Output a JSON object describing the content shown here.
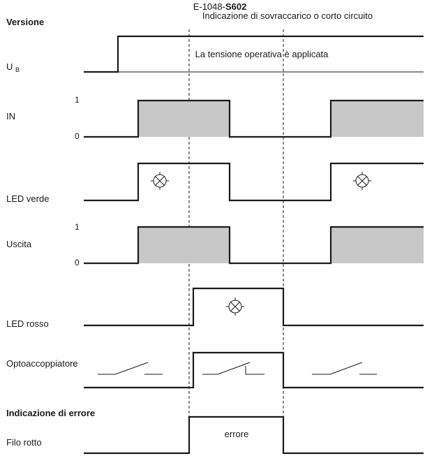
{
  "header": {
    "version_label": "Versione",
    "model_prefix": "E-1048-",
    "model_suffix": "S602",
    "subtitle": "Indicazione di sovraccarico o corto circuito"
  },
  "signals": {
    "ub": {
      "label_main": "U",
      "label_sub": "B",
      "note": "La tensione operativa è applicata"
    },
    "in": {
      "label": "IN",
      "high": "1",
      "low": "0"
    },
    "led_verde": {
      "label": "LED verde"
    },
    "uscita": {
      "label": "Uscita",
      "high": "1",
      "low": "0"
    },
    "led_rosso": {
      "label": "LED rosso"
    },
    "opto": {
      "label": "Optoaccoppiatore"
    }
  },
  "error_section": {
    "title": "Indicazione di errore",
    "filo_rotto": {
      "label": "Filo rotto",
      "box_text": "errore"
    }
  },
  "colors": {
    "line": "#1a1a1a",
    "fill": "#c8c8c8"
  }
}
